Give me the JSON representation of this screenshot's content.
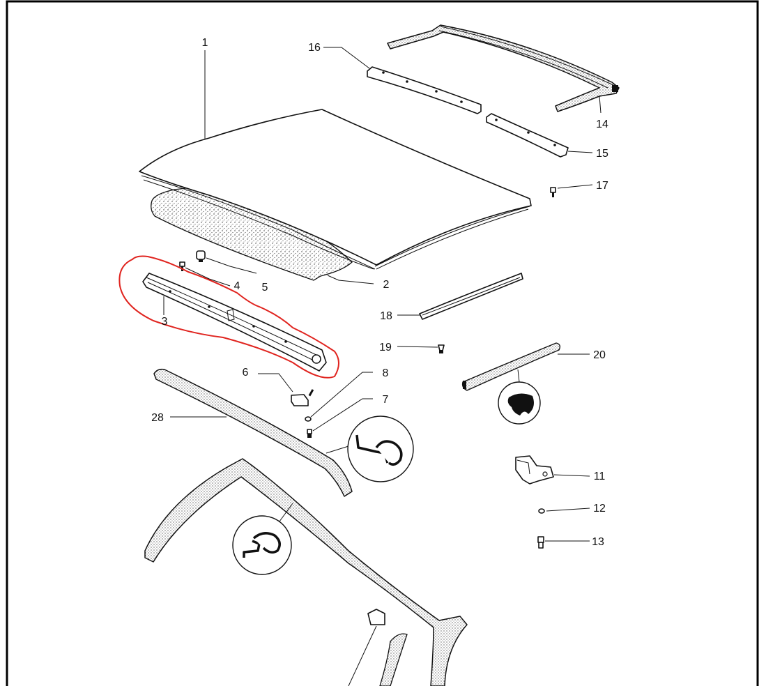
{
  "diagram": {
    "frame_color": "#000000",
    "annotation_color": "#e0241f",
    "callouts": [
      {
        "id": "c1",
        "label": "1"
      },
      {
        "id": "c2",
        "label": "2"
      },
      {
        "id": "c3",
        "label": "3"
      },
      {
        "id": "c4",
        "label": "4"
      },
      {
        "id": "c5",
        "label": "5"
      },
      {
        "id": "c6",
        "label": "6"
      },
      {
        "id": "c7",
        "label": "7"
      },
      {
        "id": "c8",
        "label": "8"
      },
      {
        "id": "c11",
        "label": "11"
      },
      {
        "id": "c12",
        "label": "12"
      },
      {
        "id": "c13",
        "label": "13"
      },
      {
        "id": "c14",
        "label": "14"
      },
      {
        "id": "c15",
        "label": "15"
      },
      {
        "id": "c16",
        "label": "16"
      },
      {
        "id": "c17",
        "label": "17"
      },
      {
        "id": "c18",
        "label": "18"
      },
      {
        "id": "c19",
        "label": "19"
      },
      {
        "id": "c20",
        "label": "20"
      },
      {
        "id": "c28",
        "label": "28"
      }
    ]
  }
}
